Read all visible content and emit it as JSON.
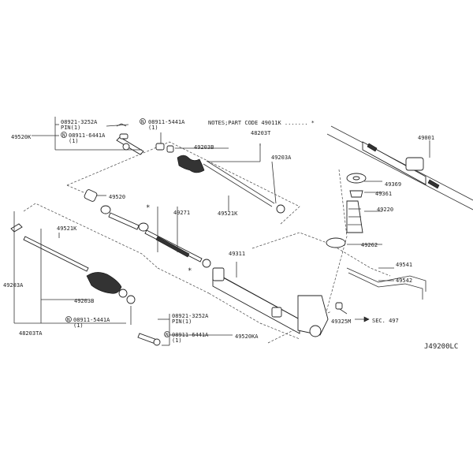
{
  "labels": {
    "p08921_3252a_top": "08921-3252A",
    "pin1_top": "PIN(1)",
    "p49520k": "49520K",
    "p08911_6441a_top": "08911-6441A",
    "p08911_6441a_top_qty": "(1)",
    "p08911_5441a_top": "08911-5441A",
    "p08911_5441a_top_qty": "(1)",
    "p49203b_top": "49203B",
    "notes": "NOTES;PART CODE  49011K ....... *",
    "p48203t": "48203T",
    "p49203a_right": "49203A",
    "p49520": "49520",
    "p49271": "49271",
    "p49521k_right": "49521K",
    "p49001": "49001",
    "p49369": "49369",
    "p49361": "49361",
    "p49220": "49220",
    "p49262": "49262",
    "p49521k_left": "49521K",
    "p49203a_left": "49203A",
    "p49203b_left": "49203B",
    "p48203ta": "48203TA",
    "p08911_5441a_bot": "08911-5441A",
    "p08911_5441a_bot_qty": "(1)",
    "p49311": "49311",
    "p49541": "49541",
    "p49542": "49542",
    "p49325m": "49325M",
    "sec497": "SEC. 497",
    "p08921_3252a_bot": "08921-3252A",
    "pin1_bot": "PIN(1)",
    "p08911_6441a_bot": "08911-6441A",
    "p08911_6441a_bot_qty": "(1)",
    "p49520ka": "49520KA",
    "diagram_code": "J49200LC",
    "n_marker": "N"
  }
}
